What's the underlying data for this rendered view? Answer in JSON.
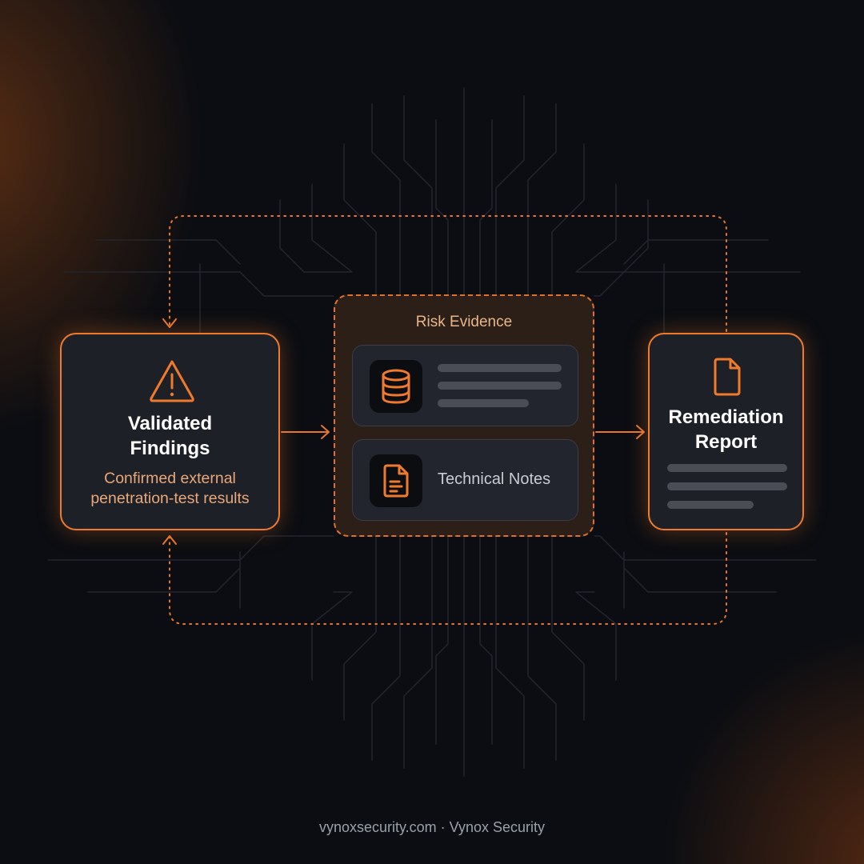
{
  "colors": {
    "accent": "#f07a2c",
    "background": "#0b0d12",
    "card": "#1e2028",
    "evidence_panel": "#2b1f17",
    "description_text": "#e8a87a",
    "placeholder_line": "#4a4d56"
  },
  "findings": {
    "icon": "warning-triangle-icon",
    "title_line1": "Validated",
    "title_line2": "Findings",
    "desc_line1": "Confirmed external",
    "desc_line2": "penetration-test results"
  },
  "evidence": {
    "title": "Risk Evidence",
    "database_icon": "database-icon",
    "notes_icon": "document-icon",
    "notes_label": "Technical Notes"
  },
  "report": {
    "icon": "file-icon",
    "title_line1": "Remediation",
    "title_line2": "Report"
  },
  "footer": "vynoxsecurity.com · Vynox Security"
}
